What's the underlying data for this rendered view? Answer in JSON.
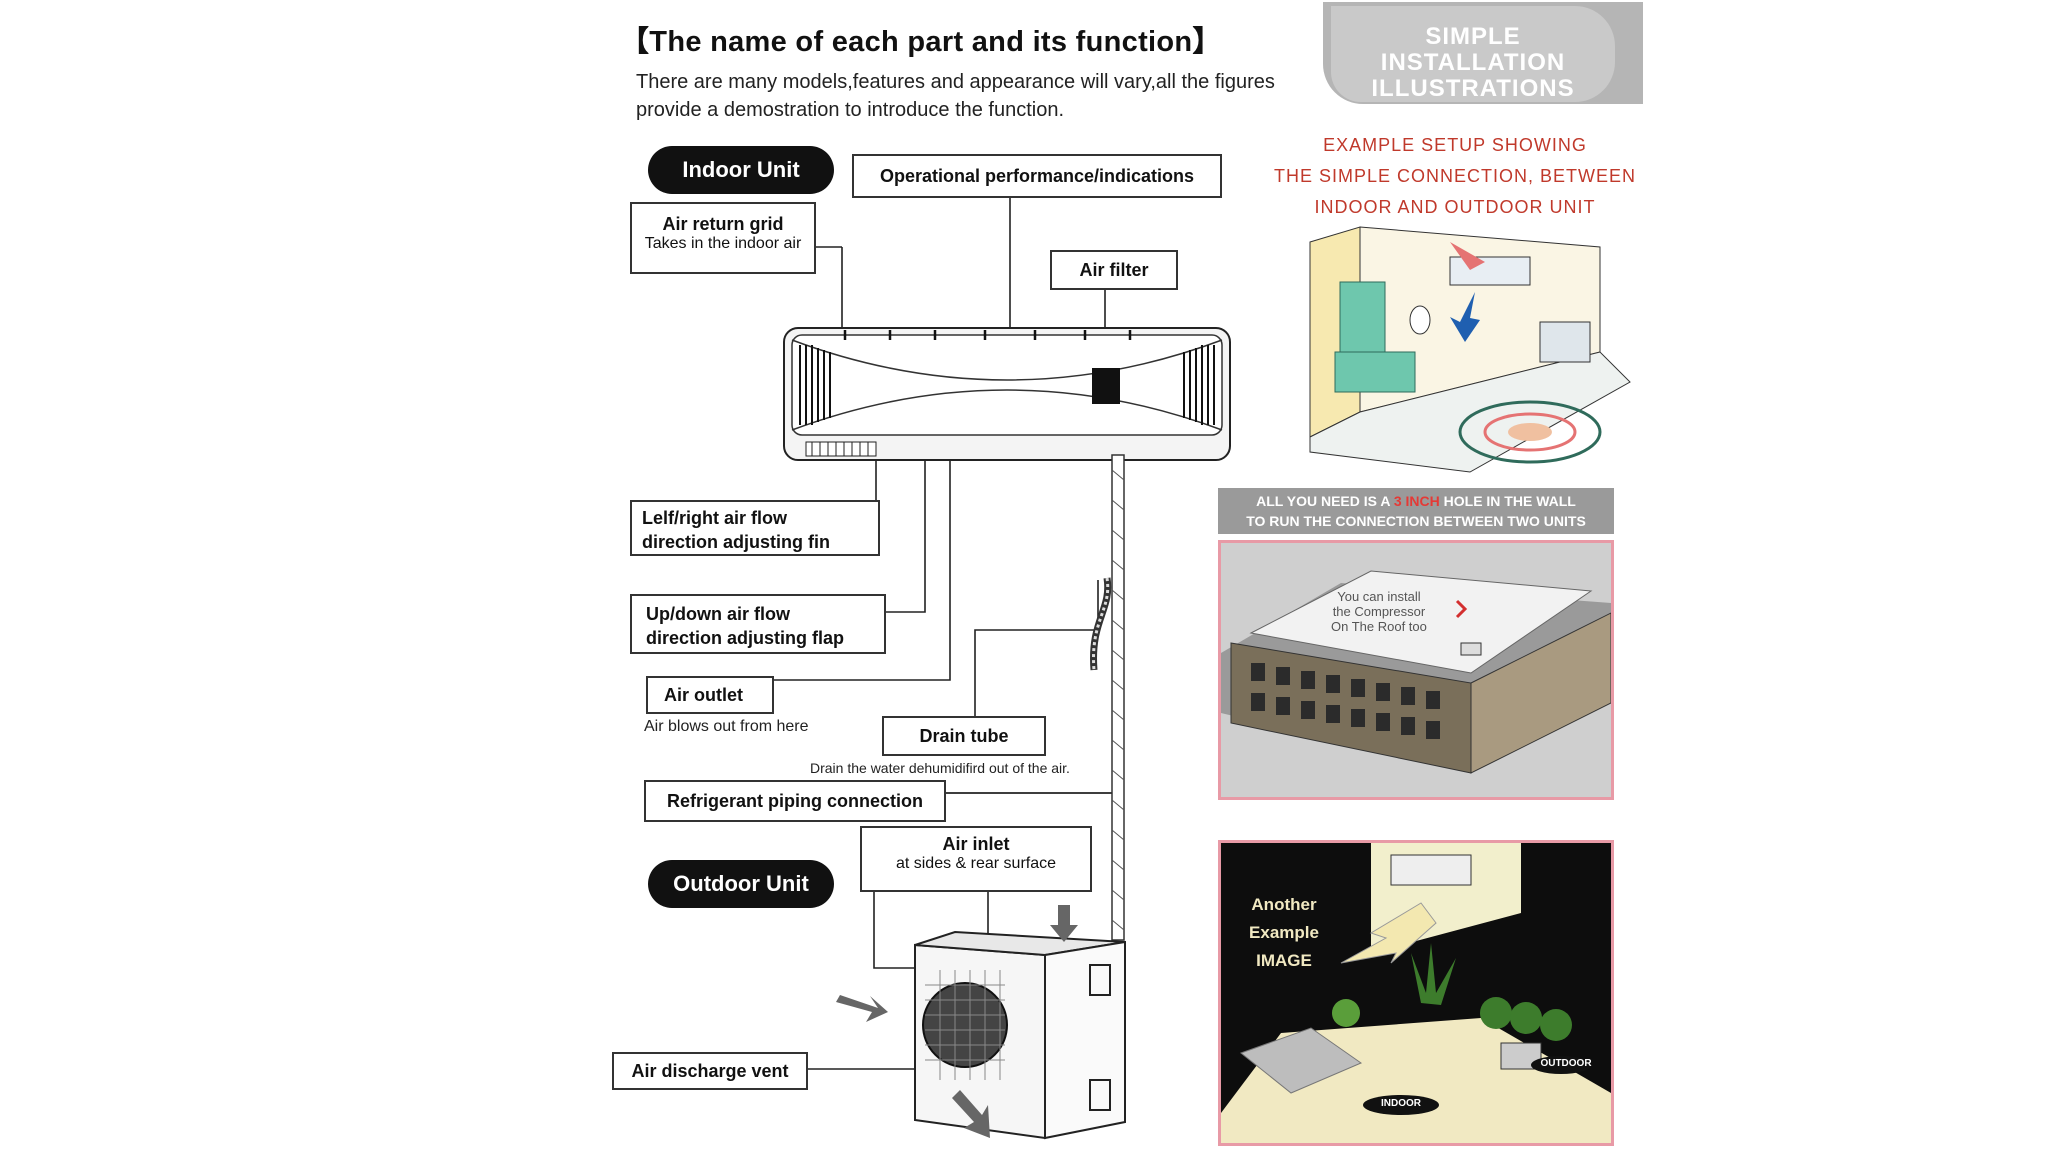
{
  "header": {
    "title": "【The name of each part and its function】",
    "intro_line1": "There are many models,features and appearance will  vary,all the figures",
    "intro_line2": "provide a demostration to introduce the function."
  },
  "indoor": {
    "unit_label": "Indoor  Unit",
    "operational": "Operational performance/indications",
    "air_return_title": "Air return grid",
    "air_return_desc": "Takes in the indoor air",
    "air_filter": "Air filter",
    "lr_fin_line1": "Lelf/right air flow",
    "lr_fin_line2": "direction adjusting fin",
    "ud_flap_line1": "Up/down air flow",
    "ud_flap_line2": "direction adjusting flap",
    "air_outlet": "Air outlet",
    "air_outlet_desc": "Air blows out from here",
    "drain_tube": "Drain tube",
    "drain_desc": "Drain the water dehumidifird out of the air.",
    "refrigerant": "Refrigerant piping connection"
  },
  "outdoor": {
    "unit_label": "Outdoor Unit",
    "air_inlet_title": "Air inlet",
    "air_inlet_desc": "at sides &  rear surface",
    "air_discharge": "Air discharge vent"
  },
  "illustrations": {
    "badge": [
      "SIMPLE",
      "INSTALLATION",
      "ILLUSTRATIONS"
    ],
    "example_caption": [
      "EXAMPLE SETUP SHOWING",
      "THE SIMPLE CONNECTION, BETWEEN",
      "INDOOR AND OUTDOOR UNIT"
    ],
    "hole_caption_pre": "ALL YOU NEED IS A ",
    "hole_caption_highlight": "3 INCH",
    "hole_caption_post": " HOLE IN THE WALL",
    "hole_caption_line2": "TO RUN THE CONNECTION BETWEEN TWO UNITS",
    "roof_note": [
      "You can install",
      "the Compressor",
      "On The Roof too"
    ],
    "another_example": [
      "Another",
      "Example",
      "IMAGE"
    ],
    "indoor_tag": "INDOOR",
    "outdoor_tag": "OUTDOOR"
  },
  "colors": {
    "accent_red": "#c0392b",
    "badge_gray": "#b5b5b5",
    "photo_border": "#e89aa6"
  }
}
